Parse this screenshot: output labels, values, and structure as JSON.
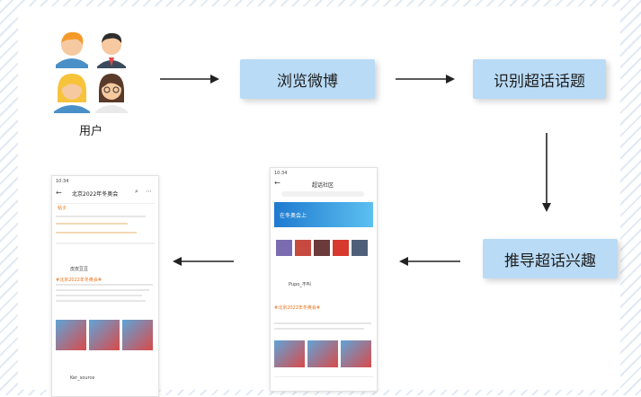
{
  "nodes": {
    "users": "用户",
    "browse": "浏览微博",
    "identify": "识别超话话题",
    "infer": "推导超话兴趣"
  },
  "feed": {
    "status_time": "10:34",
    "title": "北京2022年冬奥会",
    "tab": "帖子",
    "post_author": "皮皮豆豆",
    "post_hashtag": "#北京2022年冬奥会#",
    "second_author": "Ker_source"
  },
  "topic": {
    "status_time": "10:34",
    "title": "超话社区",
    "banner": "在冬奥会上",
    "post_author": "Pupo_不叫",
    "post_hashtag": "#北京2022年冬奥会#"
  }
}
